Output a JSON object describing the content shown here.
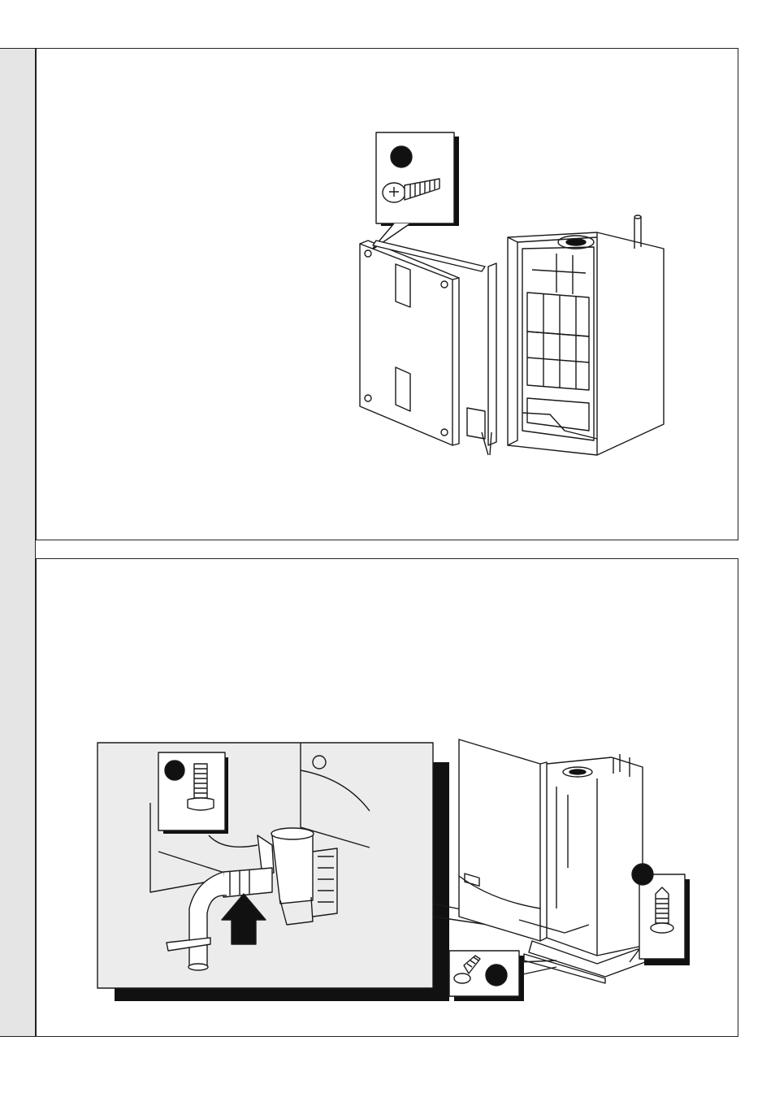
{
  "page": {
    "colors": {
      "ink": "#1a1a1a",
      "sidebar": "#e5e5e5",
      "inset_bg": "#ececec",
      "shadow": "#111111"
    }
  },
  "figure_top": {
    "callout_marker": "numbered-circle",
    "icons": [
      "screw-icon",
      "front-panel",
      "side-panel",
      "boiler-body"
    ]
  },
  "figure_bottom": {
    "callout_markers": [
      "numbered-circle",
      "numbered-circle",
      "numbered-circle"
    ],
    "icons": [
      "bolt-icon",
      "screw-icon",
      "screw-icon",
      "siphon",
      "arrow-up-icon",
      "boiler-body"
    ]
  }
}
